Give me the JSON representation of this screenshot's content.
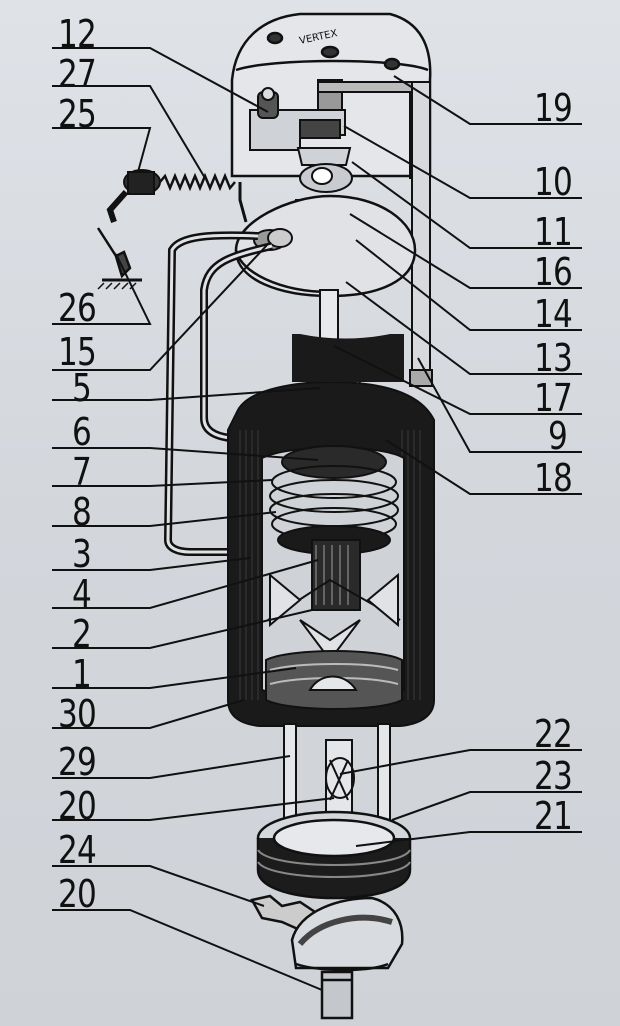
{
  "plate": {
    "nameplate_text": "VERTEX",
    "labels_left": [
      "12",
      "27",
      "25",
      "26",
      "15",
      "5",
      "6",
      "7",
      "8",
      "3",
      "4",
      "2",
      "1",
      "30",
      "29",
      "20",
      "24",
      "20"
    ],
    "labels_right": [
      "19",
      "10",
      "11",
      "16",
      "14",
      "13",
      "17",
      "9",
      "18",
      "22",
      "23",
      "21"
    ]
  },
  "colors": {
    "ink": "#111111",
    "paper": "#d8dbe0",
    "dark_fill": "#1a1a1a"
  }
}
